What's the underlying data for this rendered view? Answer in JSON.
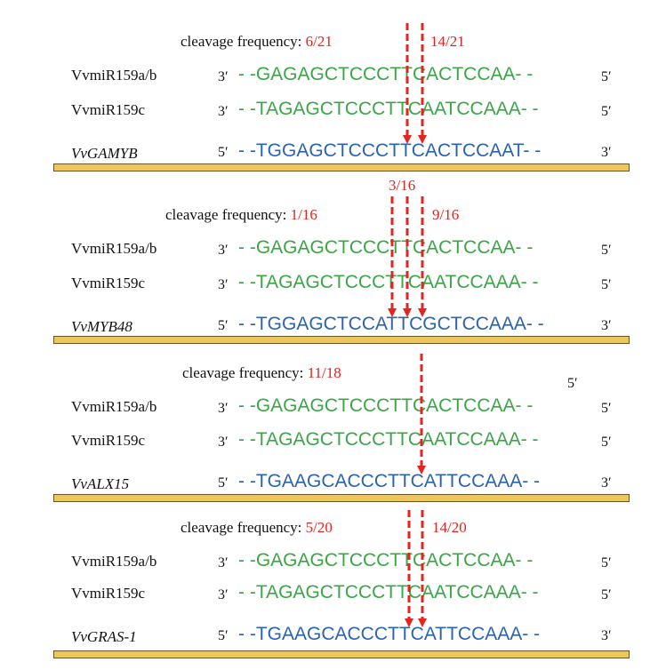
{
  "panels": [
    {
      "cleavage_label": "cleavage frequency:",
      "freq_left": "6/21",
      "freq_right": "14/21",
      "rows": [
        {
          "name": "VvmiR159a/b",
          "end_left": "3′",
          "sequence": "- -GAGAGCTCCCTTCACTCCAA- -",
          "end_right": "5′"
        },
        {
          "name": "VvmiR159c",
          "end_left": "3′",
          "sequence": "- -TAGAGCTCCCTTCAATCCAAA- -",
          "end_right": "5′"
        },
        {
          "name": "VvGAMYB",
          "end_left": "5′",
          "sequence": "- -TGGAGCTCCCTTCACTCCAAT- -",
          "end_right": "3′"
        }
      ]
    },
    {
      "cleavage_label": "cleavage frequency:",
      "freq_left": "1/16",
      "freq_top": "3/16",
      "freq_right": "9/16",
      "rows": [
        {
          "name": "VvmiR159a/b",
          "end_left": "3′",
          "sequence": "- -GAGAGCTCCCTTCACTCCAA- -",
          "end_right": "5′"
        },
        {
          "name": "VvmiR159c",
          "end_left": "3′",
          "sequence": "- -TAGAGCTCCCTTCAATCCAAA- -",
          "end_right": "5′"
        },
        {
          "name": "VvMYB48",
          "end_left": "5′",
          "sequence": "- -TGGAGCTCCATTCGCTCCAAA- -",
          "end_right": "3′"
        }
      ]
    },
    {
      "cleavage_label": "cleavage frequency:",
      "freq_left": "11/18",
      "extra_mark": "5′",
      "rows": [
        {
          "name": "VvmiR159a/b",
          "end_left": "3′",
          "sequence": "- -GAGAGCTCCCTTCACTCCAA- -",
          "end_right": "5′"
        },
        {
          "name": "VvmiR159c",
          "end_left": "3′",
          "sequence": "- -TAGAGCTCCCTTCAATCCAAA- -",
          "end_right": "5′"
        },
        {
          "name": "VvALX15",
          "end_left": "5′",
          "sequence": "- -TGAAGCACCCTTCATTCCAAA- -",
          "end_right": "3′"
        }
      ]
    },
    {
      "cleavage_label": "cleavage frequency:",
      "freq_left": "5/20",
      "freq_right": "14/20",
      "rows": [
        {
          "name": "VvmiR159a/b",
          "end_left": "3′",
          "sequence": "- -GAGAGCTCCCTTCACTCCAA- -",
          "end_right": "5′"
        },
        {
          "name": "VvmiR159c",
          "end_left": "3′",
          "sequence": "- -TAGAGCTCCCTTCAATCCAAA- -",
          "end_right": "5′"
        },
        {
          "name": "VvGRAS-1",
          "end_left": "5′",
          "sequence": "- -TGAAGCACCCTTCATTCCAAA- -",
          "end_right": "3′"
        }
      ]
    }
  ],
  "colors": {
    "mirna": "#3aa646",
    "target": "#2a63b0",
    "arrow": "#e5231f",
    "bar": "#f0c55c"
  }
}
